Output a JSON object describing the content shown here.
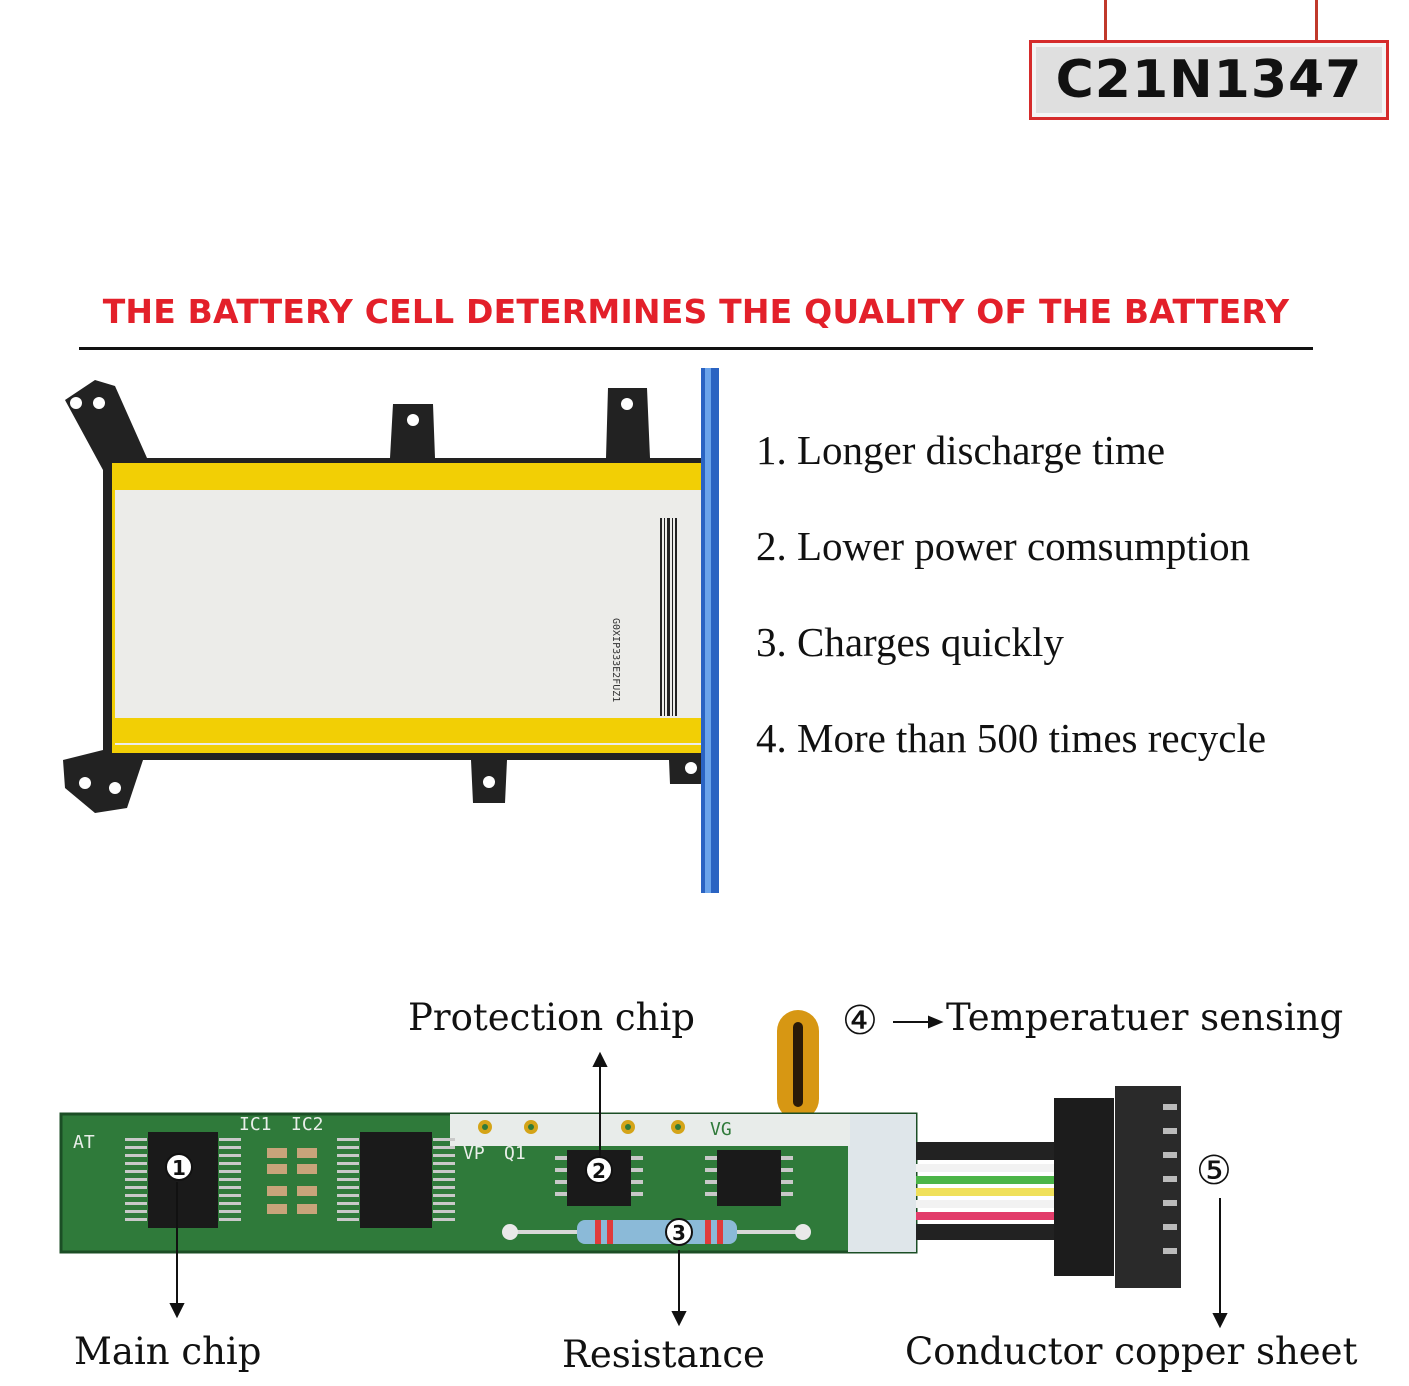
{
  "model_code": "C21N1347",
  "headline": "THE BATTERY CELL DETERMINES THE QUALITY OF THE BATTERY",
  "features": [
    "1. Longer discharge time",
    "2. Lower power comsumption",
    "3. Charges quickly",
    "4. More than 500 times recycle"
  ],
  "battery_label_text": "G0XIP333E2FUZ1",
  "pcb": {
    "silkscreen": [
      "AT",
      "IC1",
      "IC2",
      "VP",
      "Q1",
      "VG"
    ],
    "markers": [
      "1",
      "2",
      "3"
    ],
    "labels": {
      "protection_chip": "Protection chip",
      "temperature": "Temperatuer sensing",
      "temperature_marker": "④",
      "connector_marker": "⑤",
      "main_chip": "Main chip",
      "resistance": "Resistance",
      "conductor": "Conductor copper sheet"
    }
  },
  "colors": {
    "headline": "#e3202a",
    "model_border": "#d52b2b",
    "pcb": "#2f7a3a",
    "battery_stripe": "#f2cf05",
    "frame_edge": "#3a7bd5"
  }
}
